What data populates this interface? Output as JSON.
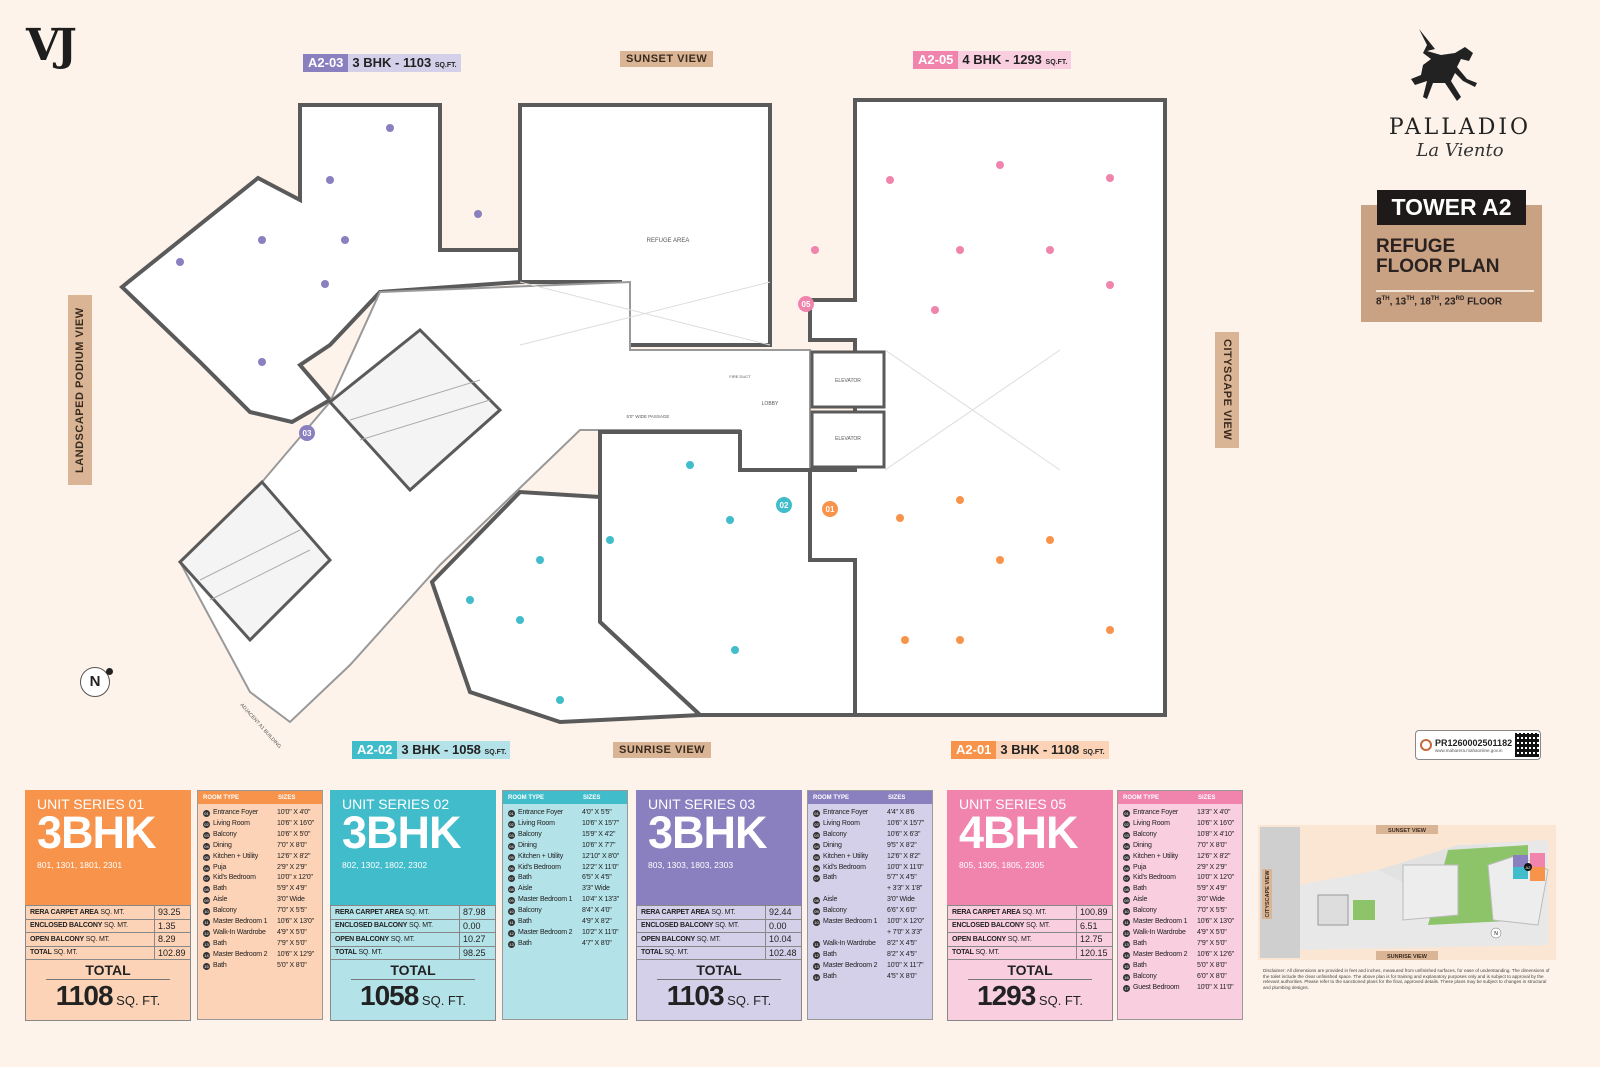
{
  "brand": {
    "developer_logo": "VJ",
    "project_name": "PALLADIO",
    "project_subtitle": "La Viento",
    "tower": "TOWER A2",
    "plan_title_line1": "REFUGE",
    "plan_title_line2": "FLOOR PLAN",
    "floors": [
      {
        "n": "8",
        "s": "TH"
      },
      {
        "n": "13",
        "s": "TH"
      },
      {
        "n": "18",
        "s": "TH"
      },
      {
        "n": "23",
        "s": "RD"
      }
    ],
    "floors_suffix": "FLOOR"
  },
  "rera": {
    "number": "PR1260002501182",
    "url": "www.maharera.mahaonline.gov.in"
  },
  "unit_tags": [
    {
      "code": "A2-03",
      "desc": "3 BHK - 1103",
      "unit": "SQ.FT.",
      "color": "#8a7fbf",
      "light": "#d4d0ea"
    },
    {
      "code": "A2-05",
      "desc": "4 BHK - 1293",
      "unit": "SQ.FT.",
      "color": "#f084ad",
      "light": "#f9cfe0"
    },
    {
      "code": "A2-02",
      "desc": "3 BHK - 1058",
      "unit": "SQ.FT.",
      "color": "#41bccb",
      "light": "#b3e2e8"
    },
    {
      "code": "A2-01",
      "desc": "3 BHK - 1108",
      "unit": "SQ.FT.",
      "color": "#f7934a",
      "light": "#fcd3b6"
    }
  ],
  "views": {
    "top": "SUNSET VIEW",
    "bottom": "SUNRISE VIEW",
    "left": "LANDSCAPED PODIUM VIEW",
    "right": "CITYSCAPE VIEW"
  },
  "plan_labels": {
    "refuge": "REFUGE AREA",
    "lobby": "LOBBY",
    "elevator": "ELEVATOR",
    "passage": "5'0\" WIDE PASSAGE",
    "fire_duct": "FIRE DUCT",
    "adjacent": "ADJACENT A1 BUILDING"
  },
  "entry_markers": [
    "01",
    "02",
    "03",
    "05"
  ],
  "north": "N",
  "units": [
    {
      "series": "UNIT SERIES 01",
      "type": "3BHK",
      "numbers": "801, 1301, 1801, 2301",
      "color": "#f7934a",
      "light": "#fcd3b6",
      "stats": [
        {
          "label": "RERA CARPET AREA",
          "unit": "SQ. MT.",
          "value": "93.25"
        },
        {
          "label": "ENCLOSED BALCONY",
          "unit": "SQ. MT.",
          "value": "1.35"
        },
        {
          "label": "OPEN BALCONY",
          "unit": "SQ. MT.",
          "value": "8.29"
        },
        {
          "label": "TOTAL",
          "unit": "SQ. MT.",
          "value": "102.89"
        }
      ],
      "total_label": "TOTAL",
      "total": "1108",
      "total_unit": "SQ. FT.",
      "rooms_header": [
        "ROOM TYPE",
        "SIZES"
      ],
      "rooms": [
        [
          "01",
          "Entrance Foyer",
          "10'0\" X 4'0\""
        ],
        [
          "02",
          "Living Room",
          "10'6\" X 16'0\""
        ],
        [
          "03",
          "Balcony",
          "10'6\" X 5'0\""
        ],
        [
          "04",
          "Dining",
          "7'0\" X 8'0\""
        ],
        [
          "05",
          "Kitchen + Utility",
          "12'6\" X 8'2\""
        ],
        [
          "06",
          "Puja",
          "2'9\" X 2'9\""
        ],
        [
          "07",
          "Kid's Bedroom",
          "10'0\" x 12'0\""
        ],
        [
          "08",
          "Bath",
          "5'9\" X 4'9\""
        ],
        [
          "09",
          "Aisle",
          "3'0\" Wide"
        ],
        [
          "10",
          "Balcony",
          "7'0\" X 5'5\""
        ],
        [
          "11",
          "Master Bedroom 1",
          "10'6\" X 13'0\""
        ],
        [
          "12",
          "Walk-In Wardrobe",
          "4'9\" X 5'0\""
        ],
        [
          "13",
          "Bath",
          "7'9\" X 5'0\""
        ],
        [
          "14",
          "Master Bedroom 2",
          "10'6\" X 12'9\""
        ],
        [
          "15",
          "Bath",
          "5'0\" X 8'0\""
        ]
      ]
    },
    {
      "series": "UNIT SERIES 02",
      "type": "3BHK",
      "numbers": "802, 1302, 1802, 2302",
      "color": "#41bccb",
      "light": "#b3e2e8",
      "stats": [
        {
          "label": "RERA CARPET AREA",
          "unit": "SQ. MT.",
          "value": "87.98"
        },
        {
          "label": "ENCLOSED BALCONY",
          "unit": "SQ. MT.",
          "value": "0.00"
        },
        {
          "label": "OPEN BALCONY",
          "unit": "SQ. MT.",
          "value": "10.27"
        },
        {
          "label": "TOTAL",
          "unit": "SQ. MT.",
          "value": "98.25"
        }
      ],
      "total_label": "TOTAL",
      "total": "1058",
      "total_unit": "SQ. FT.",
      "rooms_header": [
        "ROOM TYPE",
        "SIZES"
      ],
      "rooms": [
        [
          "01",
          "Entrance Foyer",
          "4'0\" X 5'5\""
        ],
        [
          "02",
          "Living Room",
          "10'6\" X 15'7\""
        ],
        [
          "03",
          "Balcony",
          "15'9\" X 4'2\""
        ],
        [
          "04",
          "Dining",
          "10'6\" X 7'7\""
        ],
        [
          "05",
          "Kitchen + Utility",
          "12'10\" X 8'0\""
        ],
        [
          "06",
          "Kid's Bedroom",
          "12'2\" X 11'0\""
        ],
        [
          "07",
          "Bath",
          "6'5\" X 4'5\""
        ],
        [
          "08",
          "Aisle",
          "3'3\" Wide"
        ],
        [
          "09",
          "Master Bedroom 1",
          "10'4\" X 13'3\""
        ],
        [
          "10",
          "Balcony",
          "8'4\" X 4'0\""
        ],
        [
          "11",
          "Bath",
          "4'9\" X 8'2\""
        ],
        [
          "12",
          "Master Bedroom 2",
          "10'2\" X 11'0\""
        ],
        [
          "13",
          "Bath",
          "4'7\" X 8'0\""
        ]
      ]
    },
    {
      "series": "UNIT SERIES 03",
      "type": "3BHK",
      "numbers": "803, 1303, 1803, 2303",
      "color": "#8a7fbf",
      "light": "#d4d0ea",
      "stats": [
        {
          "label": "RERA CARPET AREA",
          "unit": "SQ. MT.",
          "value": "92.44"
        },
        {
          "label": "ENCLOSED BALCONY",
          "unit": "SQ. MT.",
          "value": "0.00"
        },
        {
          "label": "OPEN BALCONY",
          "unit": "SQ. MT.",
          "value": "10.04"
        },
        {
          "label": "TOTAL",
          "unit": "SQ. MT.",
          "value": "102.48"
        }
      ],
      "total_label": "TOTAL",
      "total": "1103",
      "total_unit": "SQ. FT.",
      "rooms_header": [
        "ROOM TYPE",
        "SIZES"
      ],
      "rooms": [
        [
          "01",
          "Entrance Foyer",
          "4'4\" X 8'6"
        ],
        [
          "02",
          "Living Room",
          "10'6\" X 15'7\""
        ],
        [
          "03",
          "Balcony",
          "10'6\" X 6'3\""
        ],
        [
          "04",
          "Dining",
          "9'5\" X 8'2\""
        ],
        [
          "05",
          "Kitchen + Utility",
          "12'6\" X 8'2\""
        ],
        [
          "06",
          "Kid's Bedroom",
          "10'0\" X 11'0\""
        ],
        [
          "07",
          "Bath",
          "5'7\" X 4'5\"\n+ 3'3\" X 1'8\""
        ],
        [
          "08",
          "Aisle",
          "3'0\" Wide"
        ],
        [
          "09",
          "Balcony",
          "6'6\" X 6'0\""
        ],
        [
          "10",
          "Master Bedroom 1",
          "10'0\" X 12'0\"\n+ 7'0\" X 3'3\""
        ],
        [
          "11",
          "Walk-In Wardrobe",
          "8'2\" X 4'5\""
        ],
        [
          "12",
          "Bath",
          "8'2\" X 4'5\""
        ],
        [
          "13",
          "Master Bedroom 2",
          "10'0\" X 11'7\""
        ],
        [
          "14",
          "Bath",
          "4'5\" X 8'0\""
        ]
      ]
    },
    {
      "series": "UNIT SERIES 05",
      "type": "4BHK",
      "numbers": "805, 1305, 1805, 2305",
      "color": "#f084ad",
      "light": "#f9cfe0",
      "stats": [
        {
          "label": "RERA CARPET AREA",
          "unit": "SQ. MT.",
          "value": "100.89"
        },
        {
          "label": "ENCLOSED BALCONY",
          "unit": "SQ. MT.",
          "value": "6.51"
        },
        {
          "label": "OPEN BALCONY",
          "unit": "SQ. MT.",
          "value": "12.75"
        },
        {
          "label": "TOTAL",
          "unit": "SQ. MT.",
          "value": "120.15"
        }
      ],
      "total_label": "TOTAL",
      "total": "1293",
      "total_unit": "SQ. FT.",
      "rooms_header": [
        "ROOM TYPE",
        "SIZES"
      ],
      "rooms": [
        [
          "01",
          "Entrance Foyer",
          "13'3\" X 4'0\""
        ],
        [
          "02",
          "Living Room",
          "10'6\" X 16'0\""
        ],
        [
          "03",
          "Balcony",
          "10'8\" X 4'10\""
        ],
        [
          "04",
          "Dining",
          "7'0\" X 8'0\""
        ],
        [
          "05",
          "Kitchen + Utility",
          "12'6\" X 8'2\""
        ],
        [
          "06",
          "Puja",
          "2'9\" X 2'9\""
        ],
        [
          "07",
          "Kid's Bedroom",
          "10'0\" X 12'0\""
        ],
        [
          "08",
          "Bath",
          "5'9\" X 4'9\""
        ],
        [
          "09",
          "Aisle",
          "3'0\" Wide"
        ],
        [
          "10",
          "Balcony",
          "7'0\" X 5'5\""
        ],
        [
          "11",
          "Master Bedroom 1",
          "10'6\" X 13'0\""
        ],
        [
          "12",
          "Walk-In Wardrobe",
          "4'9\" X 5'0\""
        ],
        [
          "13",
          "Bath",
          "7'9\" X 5'0\""
        ],
        [
          "14",
          "Master Bedroom 2",
          "10'6\" X 12'6\""
        ],
        [
          "15",
          "Bath",
          "5'0\" X 8'0\""
        ],
        [
          "16",
          "Balcony",
          "6'0\" X 8'0\""
        ],
        [
          "17",
          "Guest Bedroom",
          "10'0\" X 11'0\""
        ]
      ]
    }
  ],
  "site_map": {
    "top": "SUNSET VIEW",
    "bottom": "SUNRISE VIEW",
    "left": "CITYSCAPE VIEW",
    "tower_marker": "A2",
    "north": "N"
  },
  "disclaimer": "Disclaimer: All dimensions are provided in feet and inches, measured from unfinished surfaces, for ease of understanding. The dimensions of the toilet include the clear unfinished space. The above plan is for training and explanatory purposes only and is subject to approval by the relevant authorities. Please refer to the sanctioned plans for the final, approved details. These plans may be subject to changes in structural and plumbing designs."
}
